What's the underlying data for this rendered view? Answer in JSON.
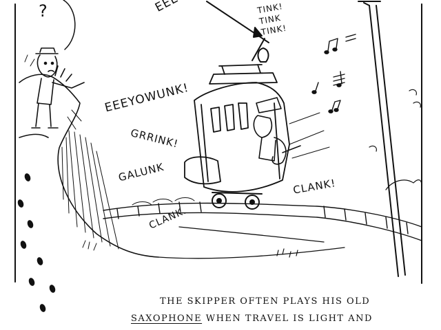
{
  "sound_effects": {
    "question": "?",
    "eeee": "EEEE",
    "tink": "TINK!\nTINK\nTINK!",
    "eeeyowunk": "EEEYOWUNK!",
    "grrink": "GRRINK!",
    "galunk": "GALUNK",
    "clank_left": "CLANK.",
    "clank_right": "CLANK!"
  },
  "caption": {
    "line1": "THE SKIPPER OFTEN PLAYS HIS OLD",
    "line2_word": "SAXOPHONE",
    "line2_rest": " WHEN TRAVEL IS LIGHT AND"
  },
  "colors": {
    "ink": "#111111",
    "paper": "#ffffff"
  }
}
